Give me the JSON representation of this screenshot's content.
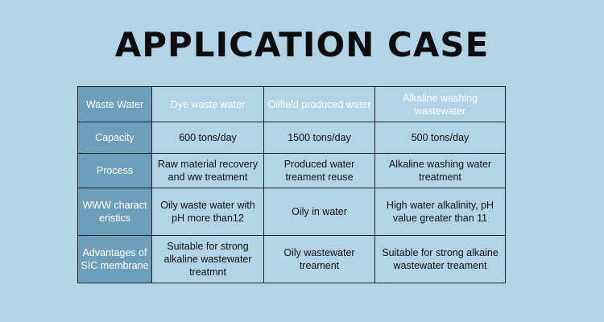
{
  "title": "APPLICATION CASE",
  "table": {
    "header": {
      "label": "Waste Water",
      "columns": [
        "Dye waste water",
        "Oilfield produced water",
        "Alkaline washing wastewater"
      ]
    },
    "rows": [
      {
        "label": "Capacity",
        "cells": [
          "600 tons/day",
          "1500 tons/day",
          "500 tons/day"
        ]
      },
      {
        "label": "Process",
        "cells": [
          "Raw material recovery and ww treatment",
          "Produced water treament reuse",
          "Alkaline washing water treatment"
        ]
      },
      {
        "label": "WWW characteristics",
        "cells": [
          "Oily waste water with pH more than12",
          "Oily in water",
          "High water alkalinity, pH value greater than 11"
        ]
      },
      {
        "label": "Advantages of SIC membrane",
        "cells": [
          "Suitable for strong alkaline wastewater treatmnt",
          "Oily wastewater treament",
          "Suitable for strong alkaine wastewater treament"
        ]
      }
    ]
  },
  "colors": {
    "background": "#b3d4e6",
    "header_cell": "#6d9fba",
    "border": "#222222"
  }
}
